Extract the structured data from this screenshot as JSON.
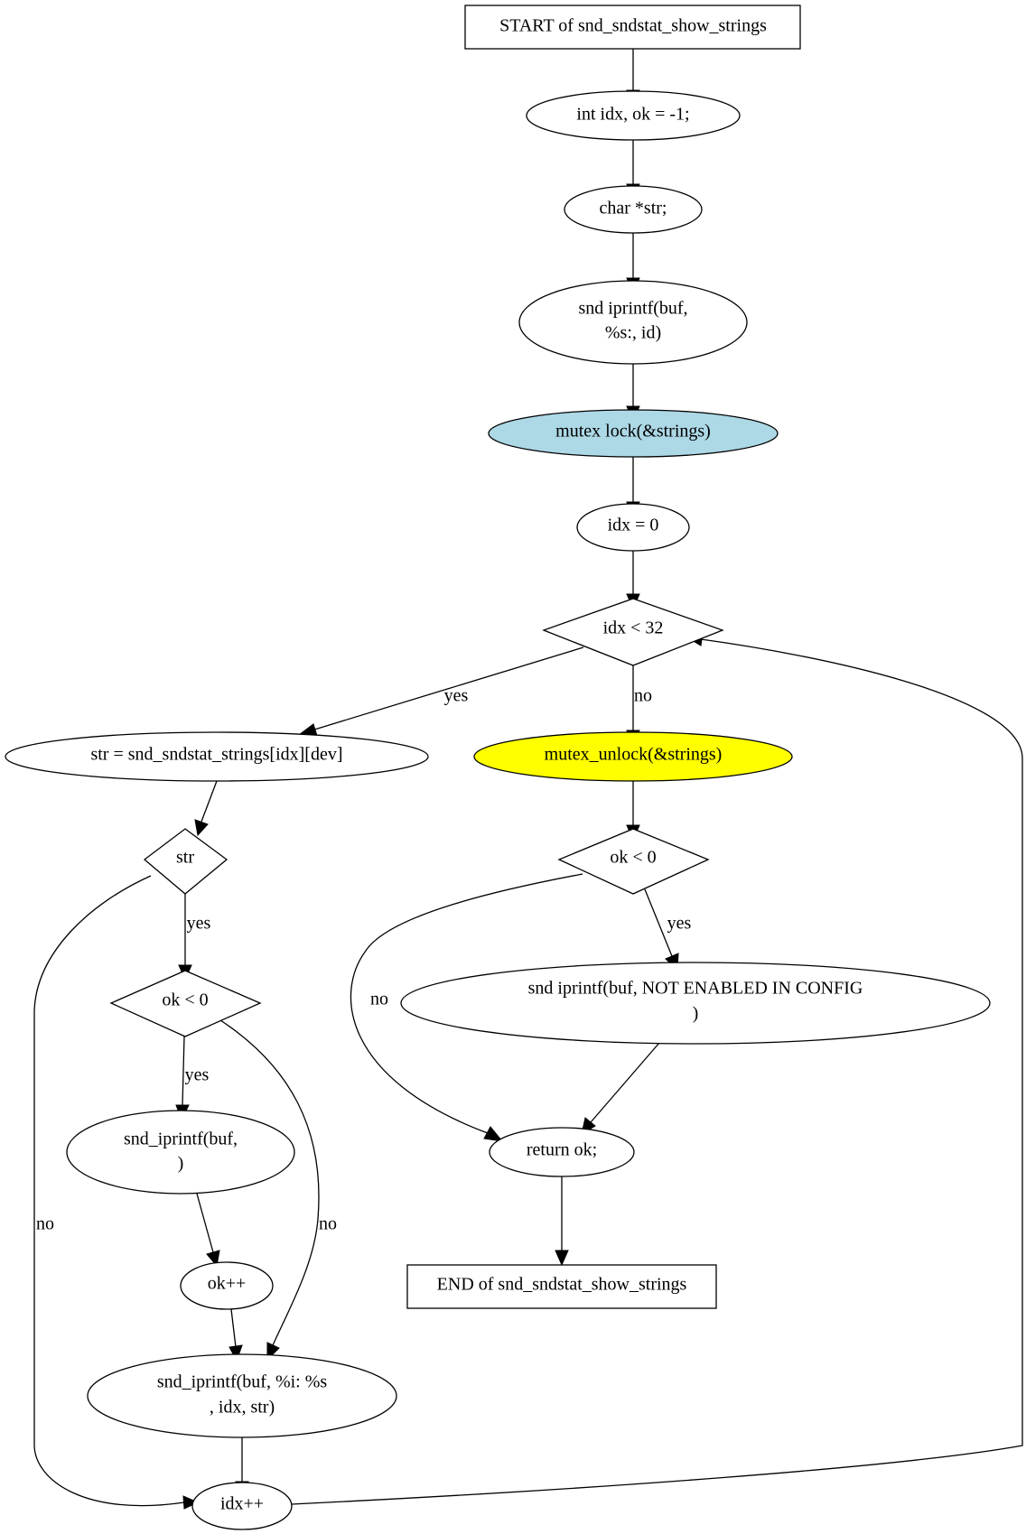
{
  "colors": {
    "stroke": "#000000",
    "default_fill": "#ffffff",
    "lock_fill": "#add8e6",
    "unlock_fill": "#ffff00"
  },
  "nodes": {
    "start": "START of snd_sndstat_show_strings",
    "decl_idx_ok": "int idx, ok = -1;",
    "decl_str": "char *str;",
    "printf_id": [
      "snd  iprintf(buf,",
      "%s:, id)"
    ],
    "mutex_lock": "mutex  lock(&strings)",
    "idx_init": "idx = 0",
    "cond_idx": "idx < 32",
    "str_assign": "str = snd_sndstat_strings[idx][dev]",
    "mutex_unlock": "mutex_unlock(&strings)",
    "cond_str": "str",
    "cond_ok_outer": "ok < 0",
    "printf_not_enabled": [
      "snd  iprintf(buf,  NOT ENABLED IN CONFIG",
      ")"
    ],
    "cond_ok_inner": "ok < 0",
    "printf_paren": [
      "snd_iprintf(buf,",
      ")"
    ],
    "return_ok": "return ok;",
    "ok_inc": "ok++",
    "end": "END of snd_sndstat_show_strings",
    "printf_idx_str": [
      "snd_iprintf(buf, %i: %s",
      ", idx, str)"
    ],
    "idx_inc": "idx++"
  },
  "edge_labels": {
    "idx_yes": "yes",
    "idx_no": "no",
    "ok_outer_yes": "yes",
    "ok_outer_no": "no",
    "str_yes": "yes",
    "str_no": "no",
    "ok_inner_yes": "yes",
    "ok_inner_no": "no"
  }
}
